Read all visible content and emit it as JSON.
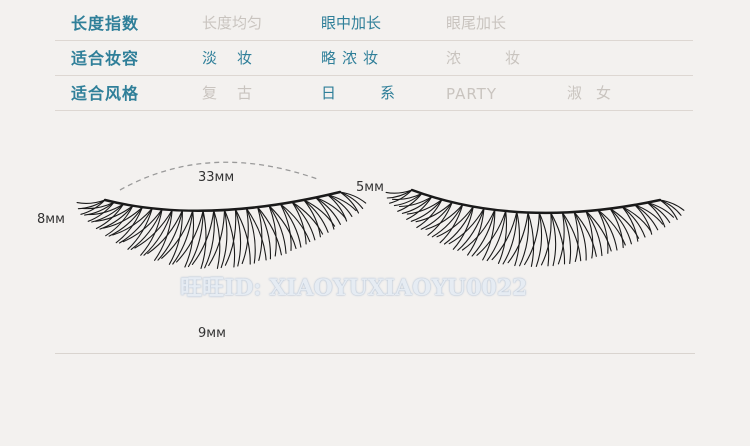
{
  "rows": [
    {
      "label": "长度指数",
      "options": [
        {
          "text": "长度均匀",
          "active": false
        },
        {
          "text": "眼中加长",
          "active": true
        },
        {
          "text": "眼尾加长",
          "active": false
        },
        {
          "text": "",
          "active": false
        }
      ]
    },
    {
      "label": "适合妆容",
      "options": [
        {
          "text": "淡妆",
          "active": true
        },
        {
          "text": "略浓妆",
          "active": true
        },
        {
          "text": "浓妆",
          "active": false
        },
        {
          "text": "",
          "active": false
        }
      ]
    },
    {
      "label": "适合风格",
      "options": [
        {
          "text": "复古",
          "active": false
        },
        {
          "text": "日系",
          "active": true
        },
        {
          "text": "PARTY",
          "active": false
        },
        {
          "text": "淑女",
          "active": false
        }
      ]
    }
  ],
  "dimensions": {
    "width_top": "33мм",
    "height": "8мм",
    "lash_length": "5мм",
    "band": "9мм"
  },
  "watermark": "旺旺ID: XIAOYUXIAOYU0022",
  "colors": {
    "accent": "#2f7f99",
    "inactive": "#c9c4bf",
    "background": "#f3f1ef"
  }
}
